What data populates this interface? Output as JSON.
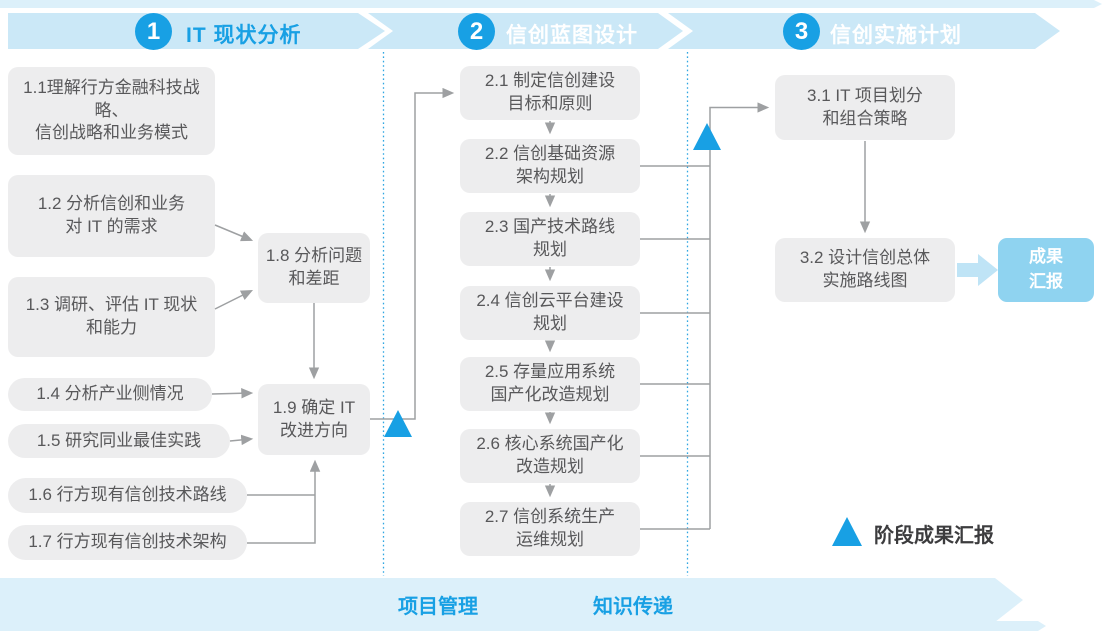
{
  "colors": {
    "accent_blue": "#18A0E4",
    "banner_blue": "#CBE8F7",
    "strip_blue": "#DCF0FA",
    "box_gray": "#EDEDEE",
    "box_text": "#58585A",
    "line_gray": "#9EA0A2",
    "divider_dotted_blue": "#2FA6E2",
    "result_box_blue": "#8FD3F0",
    "thick_arrow_blue": "#BFE4F6"
  },
  "phases": {
    "p1": {
      "number": "1",
      "title": "IT 现状分析"
    },
    "p2": {
      "number": "2",
      "title": "信创蓝图设计"
    },
    "p3": {
      "number": "3",
      "title": "信创实施计划"
    }
  },
  "nodes": {
    "n1_1": "1.1理解行方金融科技战略、\n信创战略和业务模式",
    "n1_2": "1.2 分析信创和业务\n对 IT 的需求",
    "n1_3": "1.3 调研、评估 IT 现状\n和能力",
    "n1_4": "1.4 分析产业侧情况",
    "n1_5": "1.5 研究同业最佳实践",
    "n1_6": "1.6 行方现有信创技术路线",
    "n1_7": "1.7 行方现有信创技术架构",
    "n1_8": "1.8 分析问题\n和差距",
    "n1_9": "1.9 确定 IT\n改进方向",
    "n2_1": "2.1 制定信创建设\n目标和原则",
    "n2_2": "2.2 信创基础资源\n架构规划",
    "n2_3": "2.3 国产技术路线\n规划",
    "n2_4": "2.4 信创云平台建设\n规划",
    "n2_5": "2.5 存量应用系统\n国产化改造规划",
    "n2_6": "2.6 核心系统国产化\n改造规划",
    "n2_7": "2.7 信创系统生产\n运维规划",
    "n3_1": "3.1 IT 项目划分\n和组合策略",
    "n3_2": "3.2 设计信创总体\n实施路线图",
    "result": "成果\n汇报"
  },
  "legend": {
    "milestone_label": "阶段成果汇报",
    "milestone_icon": "blue-triangle"
  },
  "footer": {
    "left_label": "项目管理",
    "right_label": "知识传递"
  }
}
